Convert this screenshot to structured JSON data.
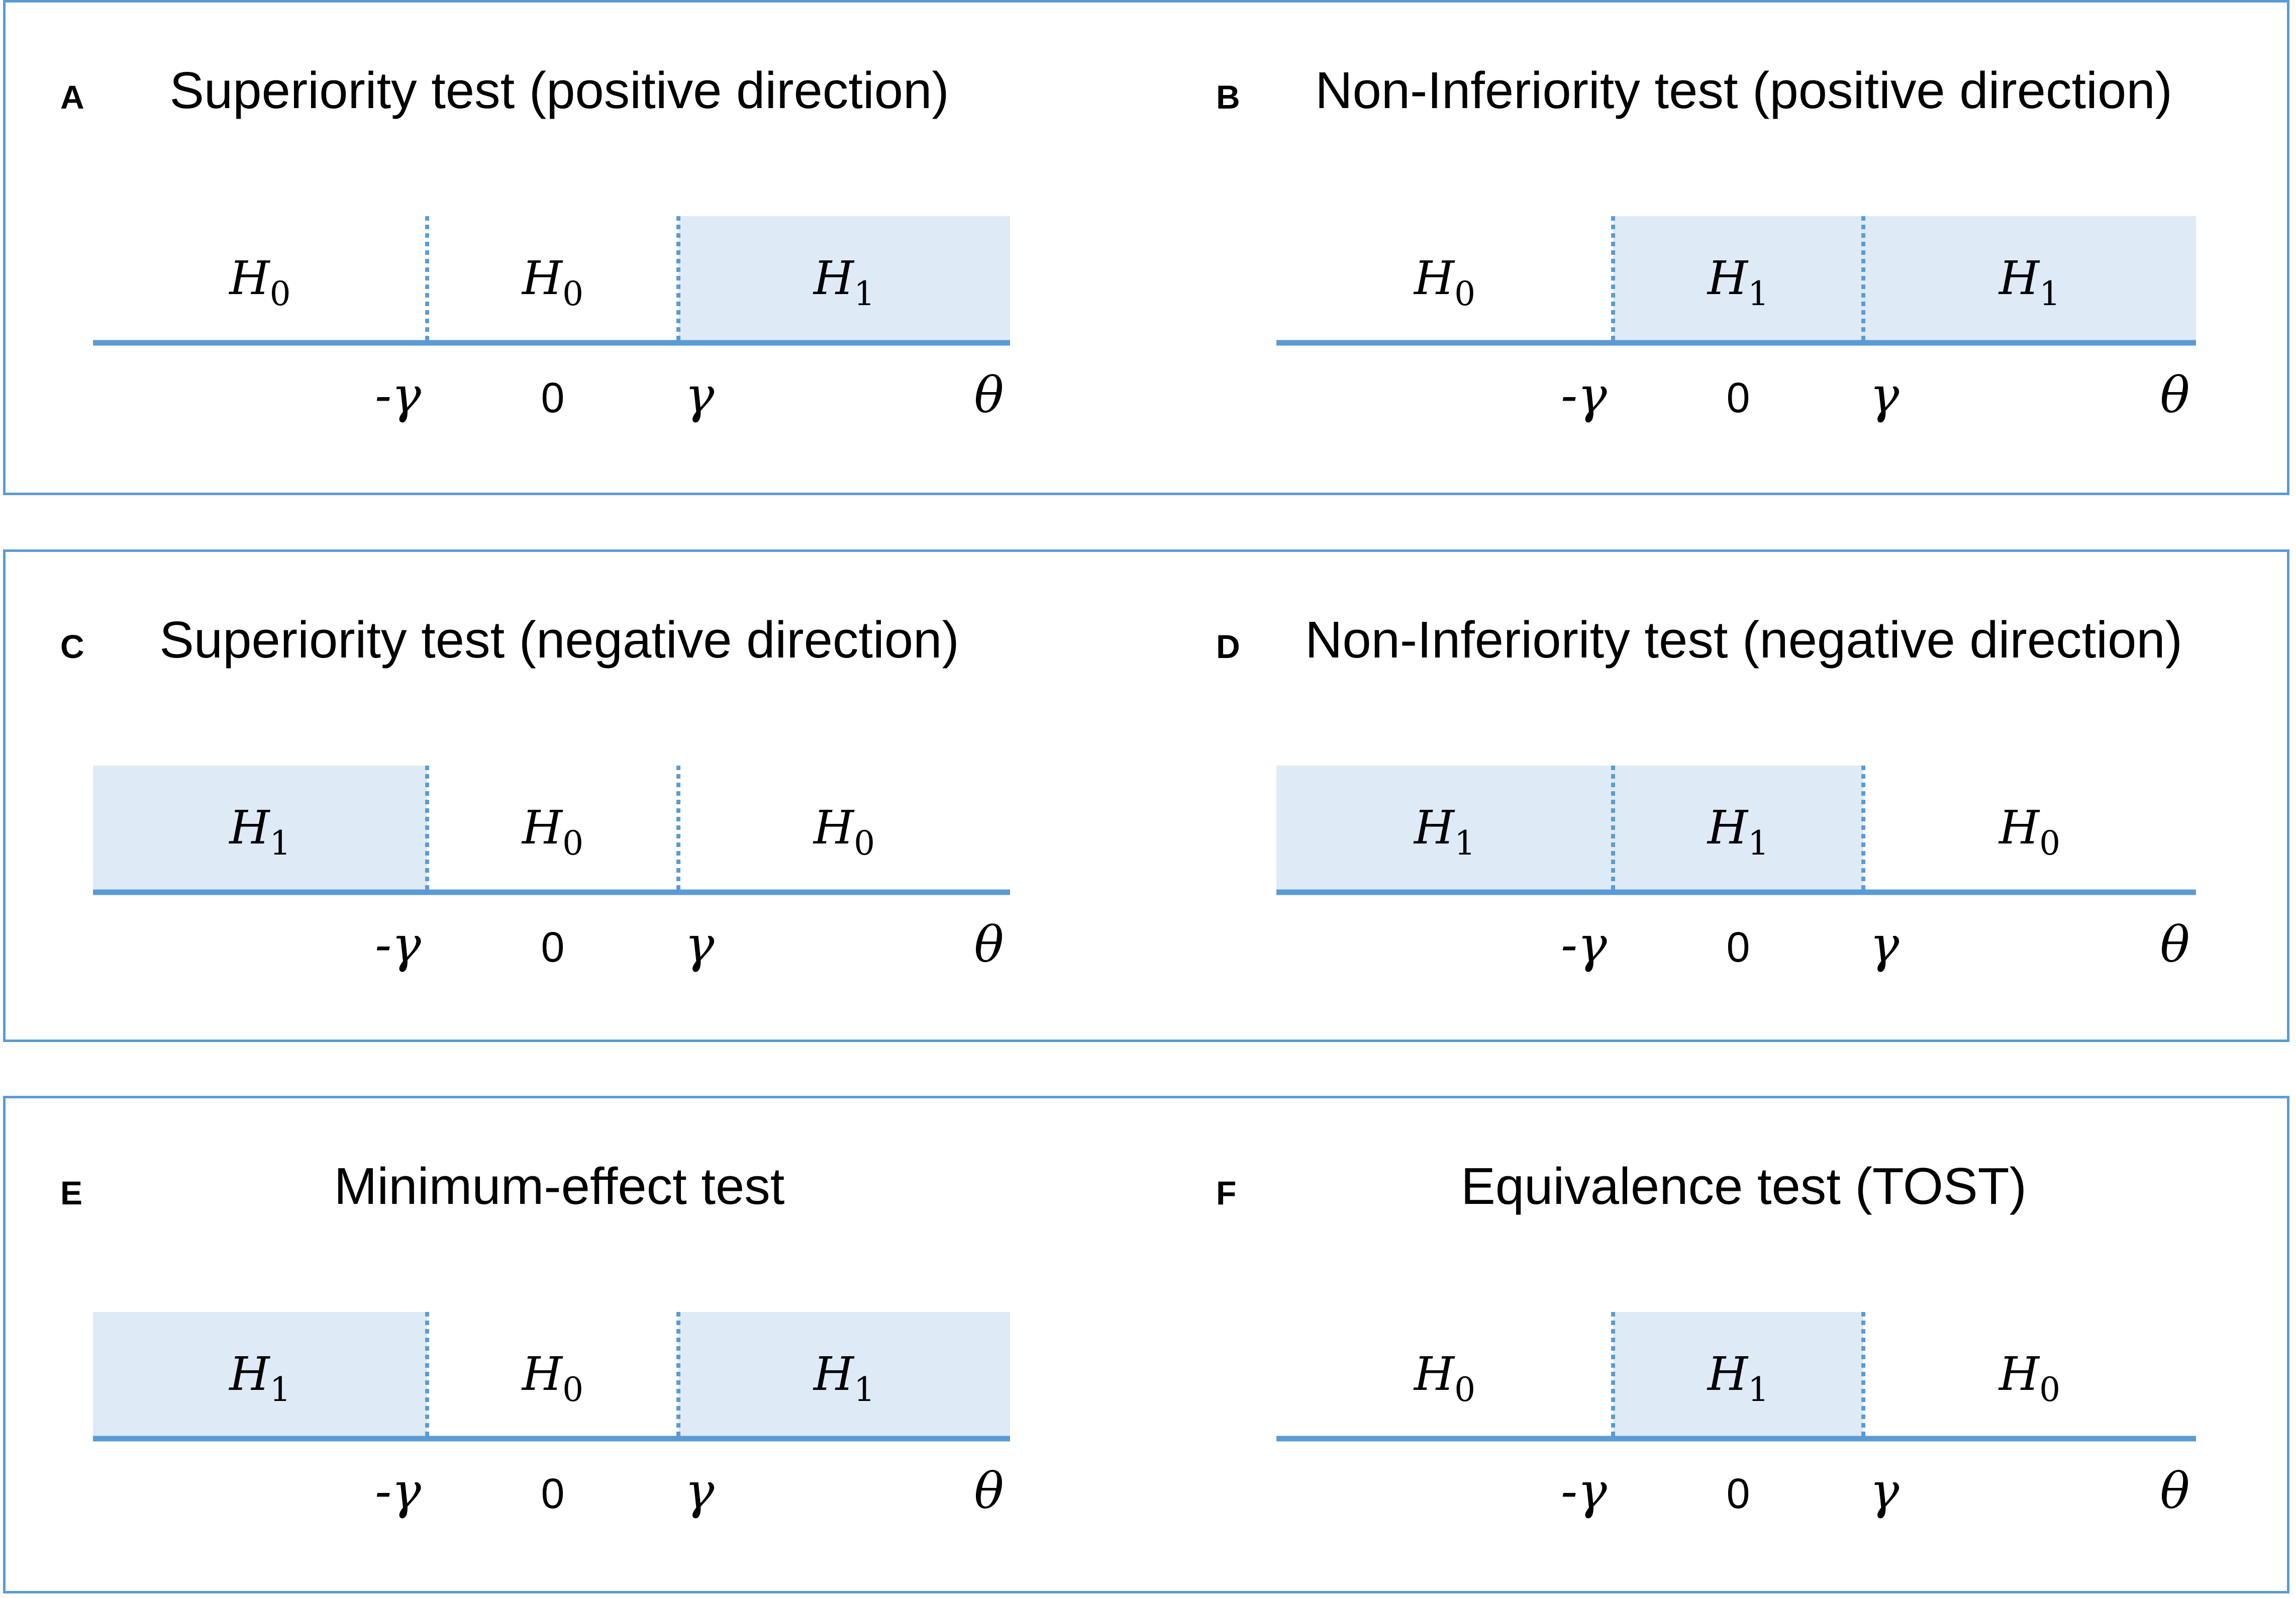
{
  "colors": {
    "border": "#5b9bd5",
    "axis": "#5b9bd5",
    "shade": "#deeaf6",
    "text": "#000000"
  },
  "labels": {
    "neg_gamma": "-γ",
    "zero": "0",
    "gamma": "γ",
    "theta": "θ",
    "h0": "H",
    "h0_sub": "0",
    "h1": "H",
    "h1_sub": "1"
  },
  "panels": [
    {
      "letter": "A",
      "title": "Superiority test (positive direction)",
      "regions": [
        "H0",
        "H0",
        "H1"
      ],
      "shaded": [
        false,
        false,
        true
      ]
    },
    {
      "letter": "B",
      "title": "Non-Inferiority test (positive direction)",
      "regions": [
        "H0",
        "H1",
        "H1"
      ],
      "shaded": [
        false,
        true,
        true
      ]
    },
    {
      "letter": "C",
      "title": "Superiority test (negative direction)",
      "regions": [
        "H1",
        "H0",
        "H0"
      ],
      "shaded": [
        true,
        false,
        false
      ]
    },
    {
      "letter": "D",
      "title": "Non-Inferiority test (negative direction)",
      "regions": [
        "H1",
        "H1",
        "H0"
      ],
      "shaded": [
        true,
        true,
        false
      ]
    },
    {
      "letter": "E",
      "title": "Minimum-effect test",
      "regions": [
        "H1",
        "H0",
        "H1"
      ],
      "shaded": [
        true,
        false,
        true
      ]
    },
    {
      "letter": "F",
      "title": "Equivalence test (TOST)",
      "regions": [
        "H0",
        "H1",
        "H0"
      ],
      "shaded": [
        false,
        true,
        false
      ]
    }
  ]
}
